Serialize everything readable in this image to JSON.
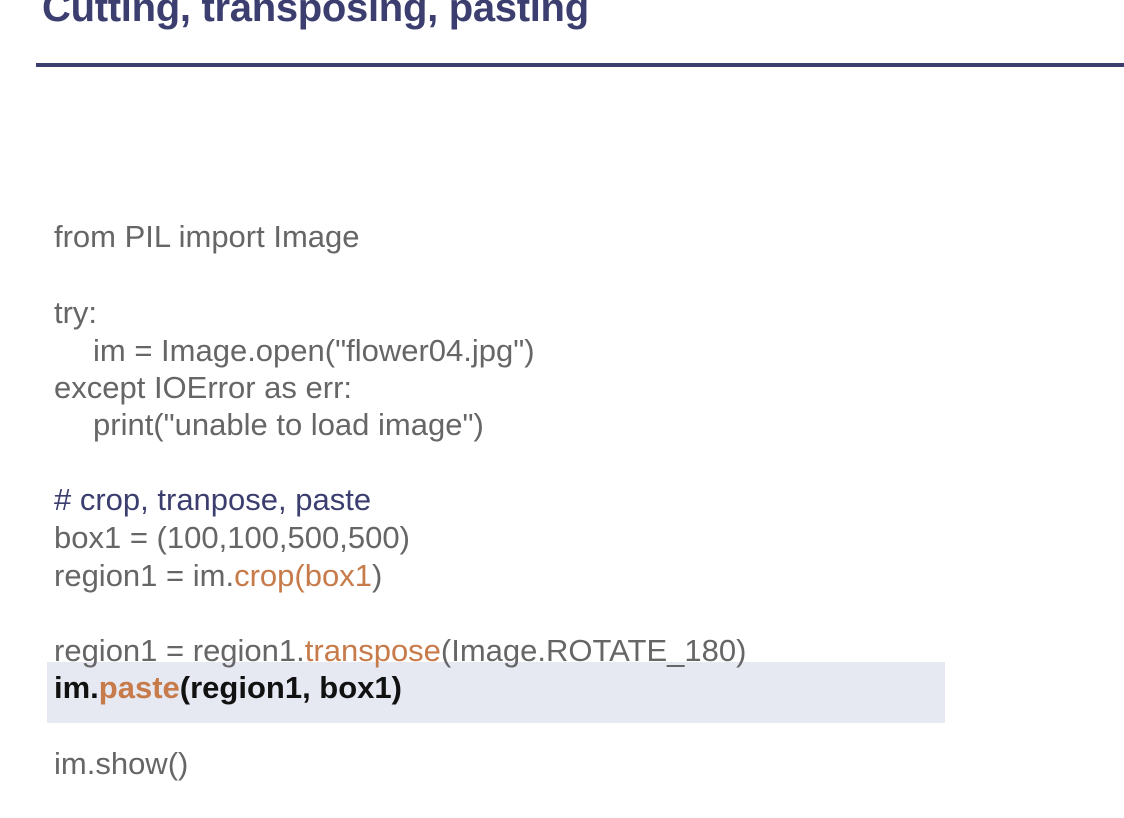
{
  "slide": {
    "title": "Cutting, transposing, pasting"
  },
  "code": {
    "import_line": "from PIL import Image",
    "try_line": "try:",
    "open_line": "im = Image.open(\"flower04.jpg\")",
    "except_line": "except IOError as err:",
    "print_line": "print(\"unable to load image\")",
    "comment_line": "# crop, tranpose, paste",
    "box_line": "box1 = (100,100,500,500)",
    "crop_line": {
      "prefix": "region1 = im.",
      "method": "crop",
      "paren_open": "(",
      "arg": "box1",
      "paren_close": ")"
    },
    "transpose_line": {
      "prefix": "region1 = region1.",
      "method": "transpose",
      "suffix": "(Image.ROTATE_180)"
    },
    "paste_line": {
      "prefix": "im.",
      "method": "paste",
      "suffix": "(region1, box1)"
    },
    "show_line": "im.show()"
  },
  "colors": {
    "title": "#3b3e6e",
    "code_text": "#666666",
    "method_accent": "#c77b4a",
    "highlight_bg": "#e6e8f2"
  }
}
